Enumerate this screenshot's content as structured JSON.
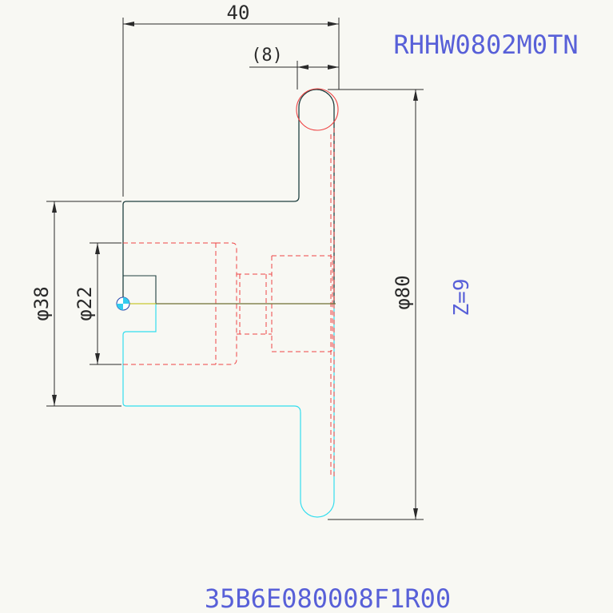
{
  "drawing": {
    "part_code": "RHHW0802M0TN",
    "teeth_note": "Z=9",
    "drawing_number": "35B6E080008F1R00",
    "dimensions": {
      "overall_length": "40",
      "tip_offset": "(8)",
      "diameter_38": "φ38",
      "diameter_22": "φ22",
      "diameter_80": "φ80"
    }
  },
  "colors": {
    "background": "#f8f8f3",
    "outline_dark": "#1f3f3f",
    "outline_cyan": "#33ddee",
    "hidden_red": "#ee4444",
    "dimension": "#2a2a2a",
    "annotation_blue": "#5860d8",
    "centerline": "#c8c830"
  }
}
